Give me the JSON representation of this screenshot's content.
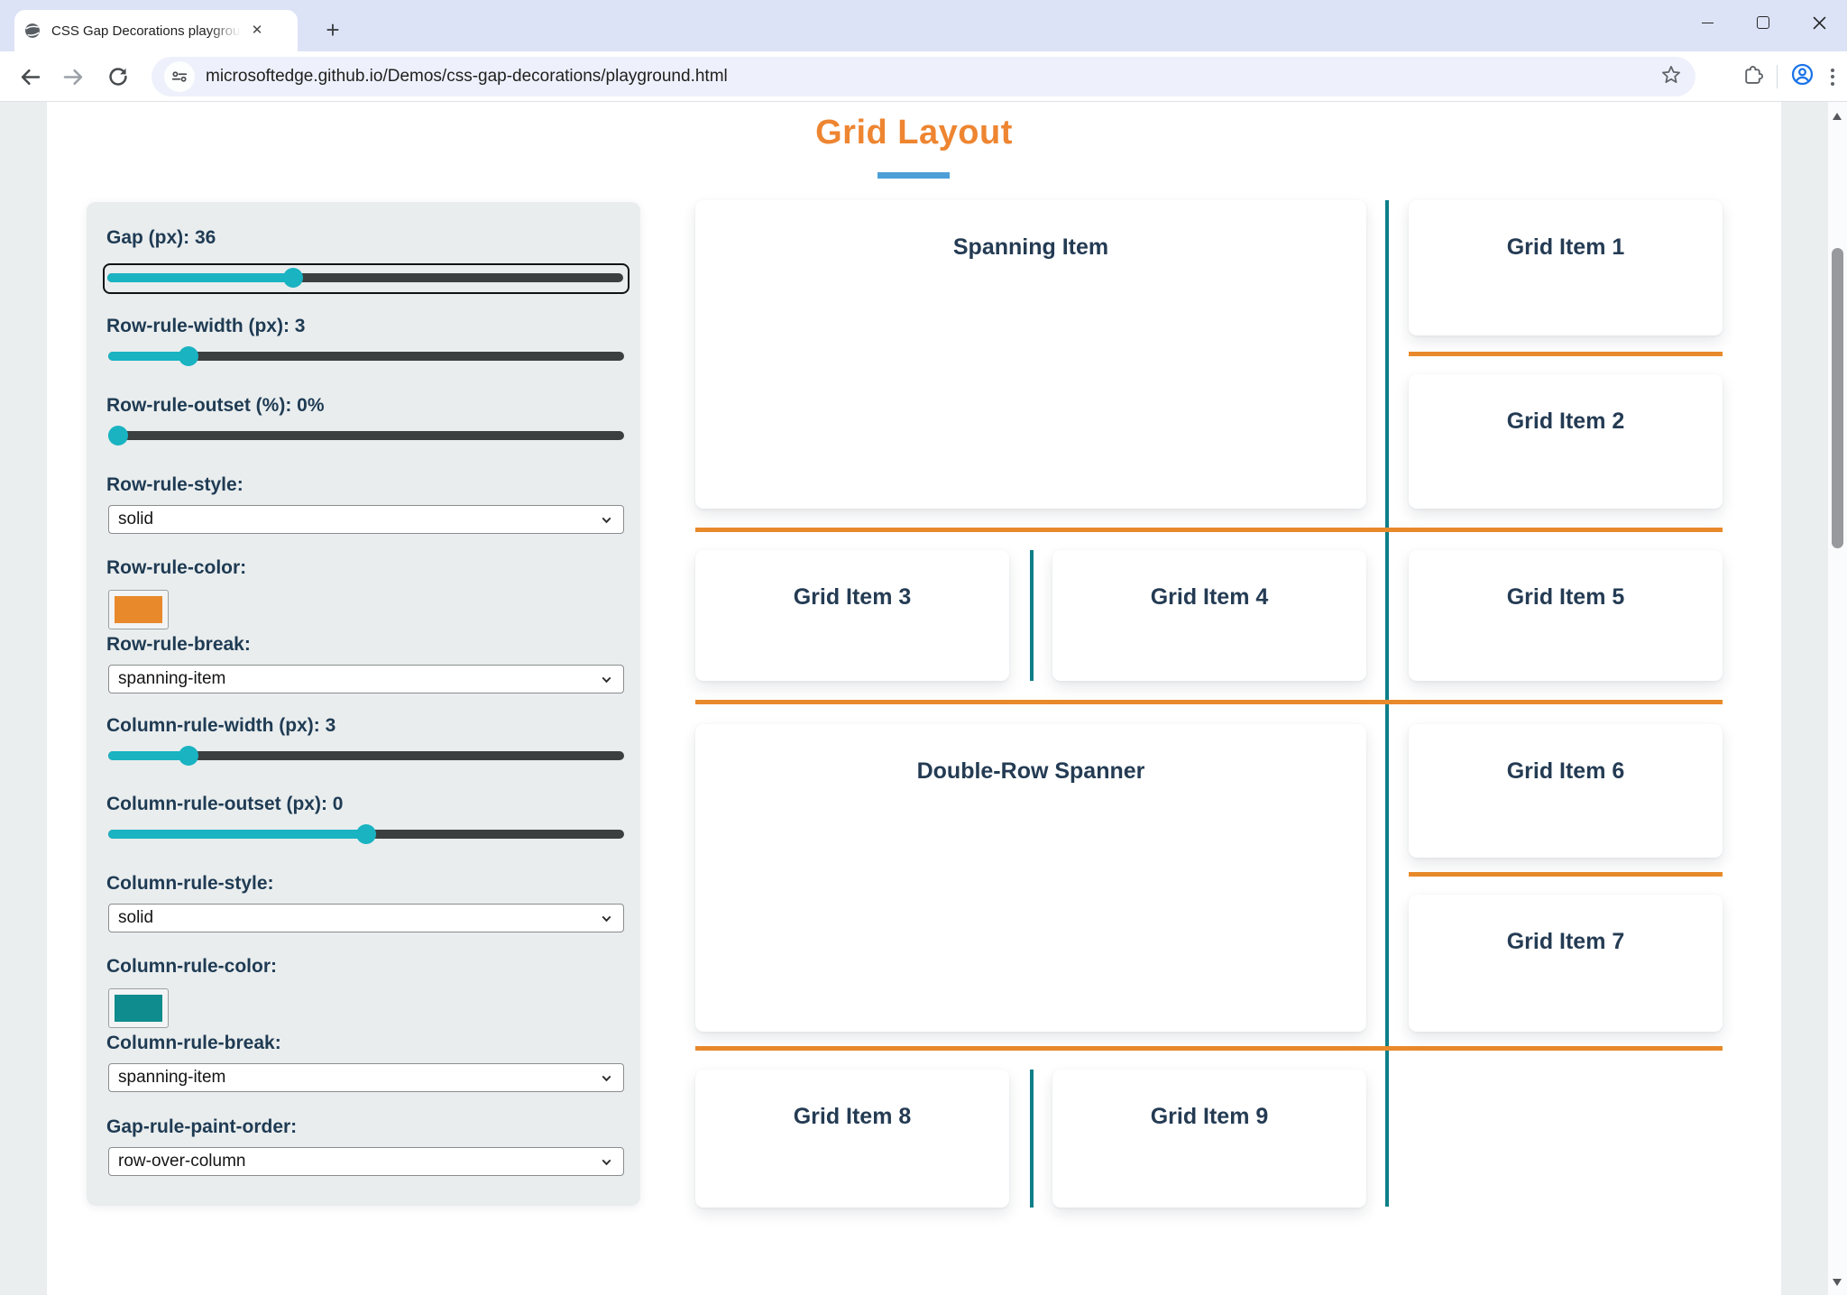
{
  "browser": {
    "tab_title": "CSS Gap Decorations playground",
    "new_tab_label": "+",
    "tab_close_label": "✕",
    "url": "microsoftedge.github.io/Demos/css-gap-decorations/playground.html"
  },
  "page": {
    "title": "Grid Layout"
  },
  "sidebar": {
    "controls": [
      {
        "type": "slider",
        "label": "Gap (px): 36",
        "value": 36,
        "focused": true
      },
      {
        "type": "slider",
        "label": "Row-rule-width (px): 3",
        "value": 3
      },
      {
        "type": "slider",
        "label": "Row-rule-outset (%): 0%",
        "value": "0%"
      },
      {
        "type": "select",
        "label": "Row-rule-style:",
        "value": "solid"
      },
      {
        "type": "color",
        "label": "Row-rule-color:",
        "value": "#e8892b"
      },
      {
        "type": "select",
        "label": "Row-rule-break:",
        "value": "spanning-item"
      },
      {
        "type": "slider",
        "label": "Column-rule-width (px): 3",
        "value": 3
      },
      {
        "type": "slider",
        "label": "Column-rule-outset (px): 0",
        "value": 0
      },
      {
        "type": "select",
        "label": "Column-rule-style:",
        "value": "solid"
      },
      {
        "type": "color",
        "label": "Column-rule-color:",
        "value": "#0f8c8e"
      },
      {
        "type": "select",
        "label": "Column-rule-break:",
        "value": "spanning-item"
      },
      {
        "type": "select",
        "label": "Gap-rule-paint-order:",
        "value": "row-over-column"
      }
    ]
  },
  "grid": {
    "items": [
      "Spanning Item",
      "Grid Item 1",
      "Grid Item 2",
      "Grid Item 3",
      "Grid Item 4",
      "Grid Item 5",
      "Double-Row Spanner",
      "Grid Item 6",
      "Grid Item 7",
      "Grid Item 8",
      "Grid Item 9"
    ]
  },
  "colors": {
    "row_rule_orange": "#e8892b",
    "column_rule_teal": "#0e7f88",
    "slider_accent_teal": "#19b3c2",
    "title_orange": "#ee8531",
    "title_underline_blue": "#4d9fd8"
  }
}
